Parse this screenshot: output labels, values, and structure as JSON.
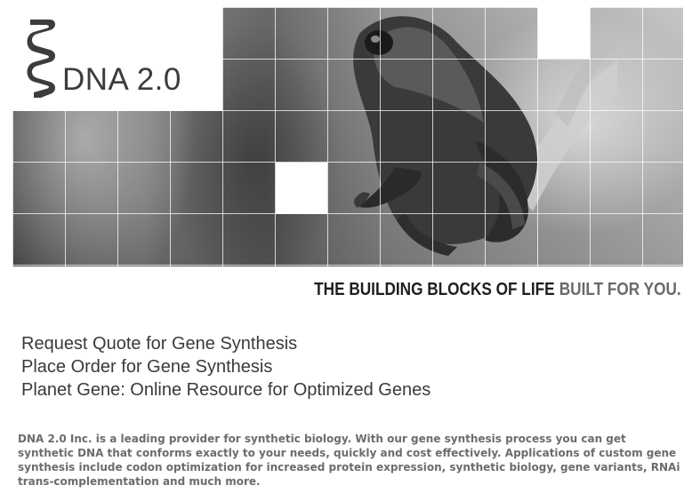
{
  "logo": {
    "text": "DNA 2.0",
    "icon": "dna-helix-icon"
  },
  "hero": {
    "image": "frog-photo-grid"
  },
  "tagline": {
    "primary": "THE BUILDING BLOCKS OF LIFE",
    "secondary": "BUILT FOR YOU."
  },
  "links": [
    {
      "label": "Request Quote for Gene Synthesis"
    },
    {
      "label": "Place Order for Gene Synthesis"
    },
    {
      "label": "Planet Gene: Online Resource for Optimized Genes"
    }
  ],
  "description": "DNA 2.0 Inc. is a leading provider for synthetic biology. With our gene synthesis process you can get synthetic DNA that conforms exactly to your needs, quickly and cost effectively. Applications of custom gene synthesis include codon optimization for increased protein expression, synthetic biology, gene variants, RNAi trans-complementation and much more.",
  "colors": {
    "text_dark": "#1e1e1e",
    "text_light": "#6a6a6a",
    "link": "#3a3a3a"
  }
}
